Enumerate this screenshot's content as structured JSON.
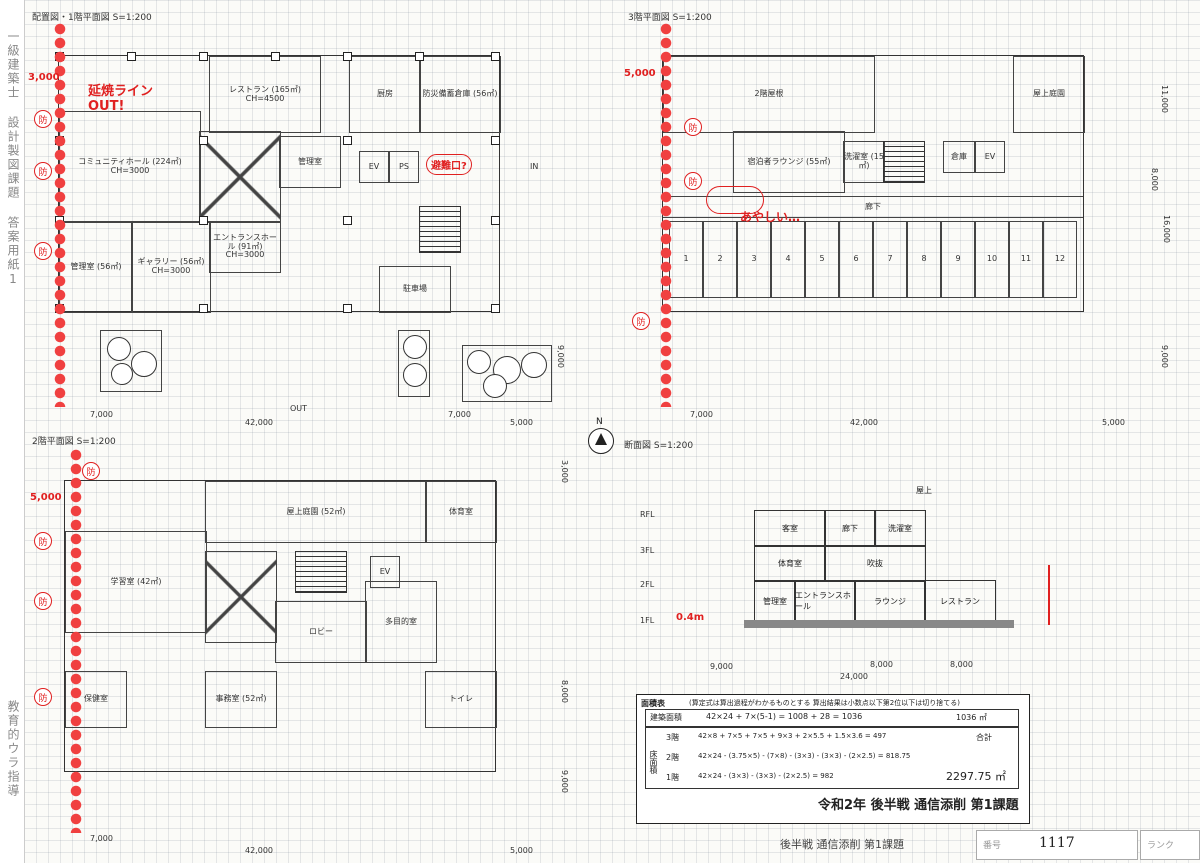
{
  "sidebar": {
    "upper_text": "一級建築士 設計製図課題 答案用紙1",
    "lower_text": "教育的ウラ指導"
  },
  "plans": {
    "site_plan_title": "配置図・1階平面図 S=1:200",
    "floor3_title": "3階平面図 S=1:200",
    "floor2_title": "2階平面図 S=1:200",
    "section_title": "断面図 S=1:200"
  },
  "floor1": {
    "rooms": {
      "restaurant": "レストラン (165㎡) CH=4500",
      "kitchen": "厨房",
      "storage": "防災備蓄倉庫 (56㎡)",
      "community": "コミュニティホール (224㎡) CH=3000",
      "entrance": "エントランスホール (91㎡) CH=3000",
      "office": "管理室 (56㎡)",
      "gallery": "ギャラリー (56㎡) CH=3000",
      "mgmt": "管理室",
      "ev": "EV",
      "ps": "PS",
      "parking": "駐車場"
    },
    "red_notes": {
      "fire_line": "延焼ライン OUT!",
      "circled": "避難口?",
      "dim": "3,000"
    },
    "dims": {
      "total": "42,000",
      "bay1": "7,000",
      "bay2": "7,000",
      "bay_right": "5,000",
      "side_right": "9,000",
      "in": "IN",
      "out": "OUT"
    }
  },
  "floor3": {
    "rooms": {
      "void": "2階屋根",
      "plaza": "屋上庭園",
      "lounge": "宿泊者ラウンジ (55㎡)",
      "laundry": "洗濯室 (15㎡)",
      "storage": "倉庫",
      "ev": "EV",
      "corridor": "廊下"
    },
    "units": [
      "1",
      "2",
      "3",
      "4",
      "5",
      "6",
      "7",
      "8",
      "9",
      "10",
      "11",
      "12"
    ],
    "red_notes": {
      "dim": "5,000",
      "suspicious": "あやしい…"
    },
    "dims": {
      "total": "42,000",
      "bay1": "7,000",
      "bay_right": "5,000",
      "side1": "11,000",
      "side2": "16,000",
      "side3": "8,000",
      "side4": "9,000"
    }
  },
  "floor2": {
    "rooms": {
      "roof_garden": "屋上庭園 (52㎡)",
      "study": "学習室 (42㎡)",
      "meeting": "多目的室",
      "lobby": "ロビー",
      "void": "吹抜",
      "gym": "体育室",
      "office": "事務室 (52㎡)",
      "nursing": "保健室",
      "toilet": "トイレ",
      "ev": "EV"
    },
    "red_notes": {
      "dim": "5,000"
    },
    "dims": {
      "total": "42,000",
      "bay1": "7,000",
      "bay_right": "5,000",
      "side1": "3,000",
      "side2": "8,000",
      "side3": "9,000"
    }
  },
  "section": {
    "rooms": {
      "r3a": "客室",
      "r3b": "廊下",
      "r3c": "洗濯室",
      "r2a": "体育室",
      "r2b": "吹抜",
      "r1a": "管理室",
      "r1b": "エントランスホール",
      "r1c": "ラウンジ",
      "r1d": "レストラン",
      "roof": "屋上"
    },
    "levels": [
      "RFL",
      "3FL",
      "2FL",
      "1FL"
    ],
    "dims": {
      "span": "24,000",
      "b1": "9,000",
      "b2": "8,000",
      "b3": "8,000"
    },
    "red_note": "0.4m"
  },
  "area_table": {
    "header": "面積表",
    "note": "(算定式は算出過程がわかるものとする 算出結果は小数点以下第2位以下は切り捨てる)",
    "building_area_label": "建築面積",
    "building_area_formula": "42×24 + 7×(5-1) = 1008 + 28 = 1036",
    "building_area_value": "1036 ㎡",
    "floor_area_label": "床面積",
    "total_label": "合計",
    "rows": [
      {
        "floor": "3階",
        "formula": "42×8 + 7×5 + 7×5 + 9×3 + 2×5.5 + 1.5×3.6 = 497",
        "value": "497"
      },
      {
        "floor": "2階",
        "formula": "42×24 - (3.75×5) - (7×8) - (3×3) - (3×3) - (2×2.5) = 818.75",
        "value": "818.75"
      },
      {
        "floor": "1階",
        "formula": "42×24 - (3×3) - (3×3) - (2×2.5) = 982",
        "value": "982"
      }
    ],
    "total_value": "2297.75 ㎡"
  },
  "footer": {
    "exam_title": "令和2年 後半戦 通信添削 第1課題",
    "handwritten_note": "後半戦 通信添削 第1課題",
    "number_label": "番号",
    "number_value": "1117",
    "rank_label": "ランク"
  },
  "colors": {
    "red_mark": "#e02020",
    "grid": "#c9ced8",
    "ink": "#222222"
  }
}
